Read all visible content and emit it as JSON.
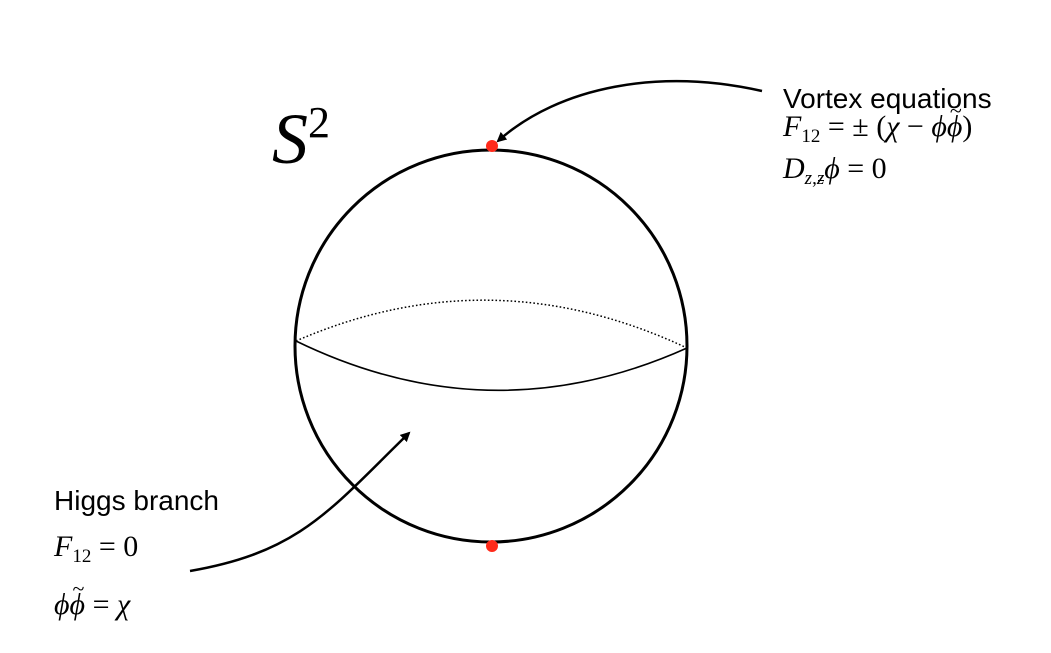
{
  "sphere": {
    "base": "S",
    "exponent": "2"
  },
  "vortex": {
    "title": "Vortex equations",
    "eq1": {
      "lhs": "F",
      "lhs_sub": "12",
      "rel": " = ± (",
      "chi": "χ",
      "minus": " − ",
      "phi": "ϕ",
      "phi_tilde": "ϕ",
      "close": ")"
    },
    "eq2": {
      "lhs": "D",
      "sub_z": "z",
      "sub_comma": ",",
      "sub_zbar": "z",
      "phi": "ϕ",
      "rel": " = 0"
    }
  },
  "higgs": {
    "title": "Higgs branch",
    "eq1": {
      "lhs": "F",
      "lhs_sub": "12",
      "rel": " = 0"
    },
    "eq2": {
      "phi": "ϕ",
      "phi_tilde": "ϕ",
      "rel": " = ",
      "chi": "χ"
    }
  },
  "colors": {
    "stroke": "#000000",
    "pole_dot": "#ff2a1a"
  }
}
